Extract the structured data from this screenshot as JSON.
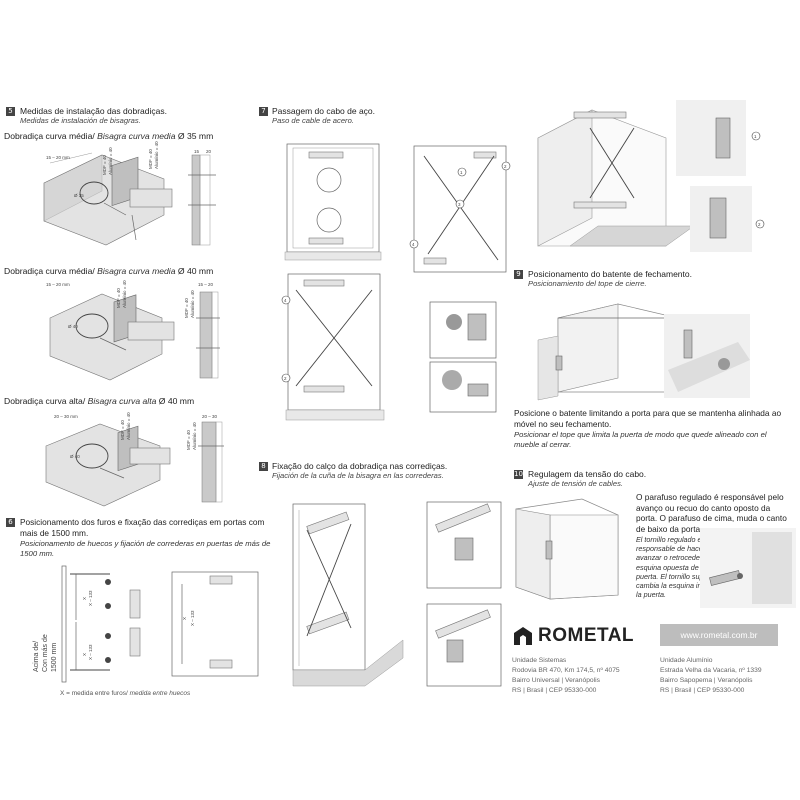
{
  "s5": {
    "num": "5",
    "title": "Medidas de instalação das dobradiças.",
    "subtitle": "Medidas de instalación de bisagras.",
    "h1": {
      "pt": "Dobradiça curva média/ ",
      "es": "Bisagra curva media",
      "size": " Ø 35 mm"
    },
    "h2": {
      "pt": "Dobradiça curva média/ ",
      "es": "Bisagra curva media",
      "size": " Ø 40 mm"
    },
    "h3": {
      "pt": "Dobradiça curva alta/ ",
      "es": "Bisagra curva alta",
      "size": " Ø 40 mm"
    },
    "dims1": [
      "15 – 20 mm",
      "Ø 35",
      "MDF = 40",
      "Alumínio = 40",
      "15",
      "20"
    ],
    "dims2": [
      "15 – 20 mm",
      "Ø 40",
      "MDF = 40",
      "Alumínio = 40",
      "15 – 20"
    ],
    "dims3": [
      "20 – 30 mm",
      "Ø 40",
      "MDF = 40",
      "Alumínio = 40",
      "20 – 30"
    ]
  },
  "s6": {
    "num": "6",
    "title": "Posicionamento dos furos e fixação das corrediças em portas com mais de 1500 mm.",
    "subtitle": "Posicionamento de huecos y fijación de correderas en puertas de más de 1500 mm.",
    "side_label_1": "Acima de/",
    "side_label_2": "Con más de",
    "side_label_3": "1500 mm",
    "dim_x": "X",
    "dim_133": "X – 133",
    "footnote_pt": "X = medida entre furos/ ",
    "footnote_es": "medida entre huecos"
  },
  "s7": {
    "num": "7",
    "title": "Passagem do cabo de aço.",
    "subtitle": "Paso de cable de acero.",
    "marks": [
      "1",
      "2",
      "3",
      "4"
    ]
  },
  "s8": {
    "num": "8",
    "title": "Fixação do calço da dobradiça nas corrediças.",
    "subtitle": "Fijación de la cuña de la bisagra en las correderas."
  },
  "s9": {
    "num": "9",
    "title": "Posicionamento do batente de fechamento.",
    "subtitle": "Posicionamiento del tope de cierre.",
    "body_pt": "Posicione o batente limitando a porta para que se mantenha alinhada ao móvel no seu fechamento.",
    "body_es": "Posicionar el tope que limita la puerta de modo que quede alineado con el mueble al cerrar."
  },
  "s10": {
    "num": "10",
    "title": "Regulagem da tensão do cabo.",
    "subtitle": "Ajuste de tensión de cables.",
    "body_pt": "O parafuso regulado é responsável pelo avanço ou recuo do canto oposto da porta. O parafuso de cima, muda o canto de baixo da porta.",
    "body_es": "El tornillo regulado es el responsable de hacer avanzar o retroceder la esquina opuesta de la puerta. El tornillo superior cambia la esquina inferior de la puerta."
  },
  "brand": {
    "name": "ROMETAL",
    "website": "www.rometal.com.br",
    "unit1": [
      "Unidade Sistemas",
      "Rodovia BR 470, Km 174,5, nº 4075",
      "Bairro Universal | Veranópolis",
      "RS | Brasil | CEP 95330-000"
    ],
    "unit2": [
      "Unidade Alumínio",
      "Estrada Velha da Vacaria, nº 1339",
      "Bairro Sapopema | Veranópolis",
      "RS | Brasil | CEP 95330-000"
    ]
  }
}
